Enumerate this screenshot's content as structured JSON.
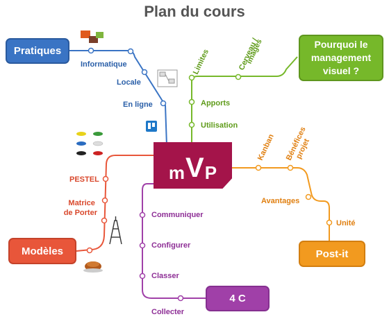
{
  "title": "Plan du cours",
  "center": {
    "m": "m",
    "v": "V",
    "p": "P"
  },
  "nodes": {
    "pratiques": "Pratiques",
    "pourquoi": "Pourquoi le management visuel ?",
    "modeles": "Modèles",
    "postit": "Post-it",
    "quatre_c": "4 C"
  },
  "labels": {
    "informatique": "Informatique",
    "locale": "Locale",
    "en_ligne": "En ligne",
    "limites": "Limites",
    "cerveau": "Cerveau / images",
    "apports": "Apports",
    "utilisation": "Utilisation",
    "kanban": "Kanban",
    "benefices": "Bénéfices projet",
    "avantages": "Avantages",
    "unite": "Unité",
    "pestel": "PESTEL",
    "matrice": "Matrice de Porter",
    "communiquer": "Communiquer",
    "configurer": "Configurer",
    "classer": "Classer",
    "collecter": "Collecter"
  },
  "colors": {
    "blue": "#3a74c4",
    "green": "#76b82a",
    "orange": "#f29a1f",
    "red": "#e8563a",
    "purple": "#a040a8",
    "center": "#a4144a"
  }
}
